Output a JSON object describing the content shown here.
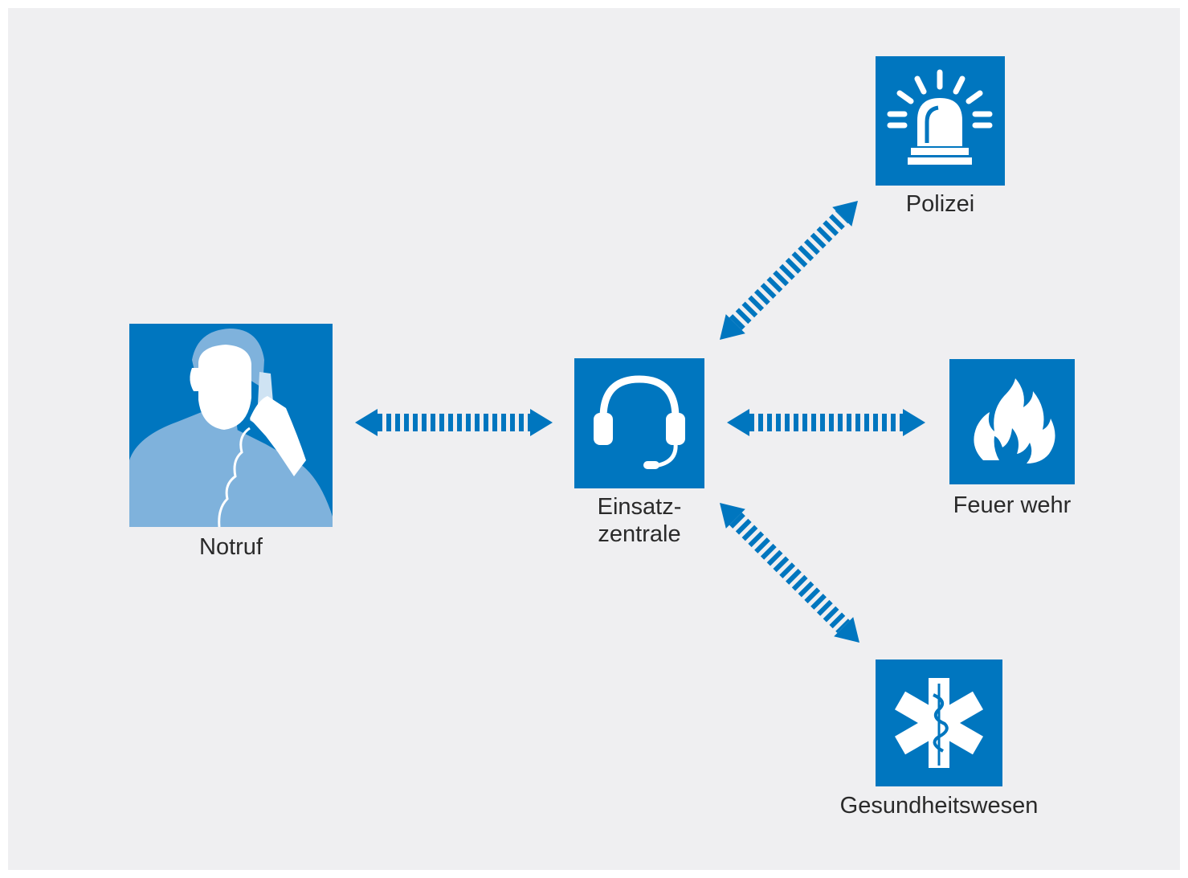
{
  "diagram": {
    "background": "#efeff1",
    "accent": "#0076bf",
    "nodes": {
      "notruf": {
        "label": "Notruf",
        "icon": "caller-on-phone-icon"
      },
      "einsatzzentrale": {
        "label_line1": "Einsatz-",
        "label_line2": "zentrale",
        "icon": "headset-icon"
      },
      "polizei": {
        "label": "Polizei",
        "icon": "police-siren-icon"
      },
      "feuerwehr": {
        "label": "Feuer wehr",
        "icon": "flame-icon"
      },
      "gesundheitswesen": {
        "label": "Gesundheitswesen",
        "icon": "star-of-life-icon"
      }
    },
    "connections": [
      {
        "from": "Notruf",
        "to": "Einsatzzentrale",
        "direction": "bidirectional"
      },
      {
        "from": "Einsatzzentrale",
        "to": "Polizei",
        "direction": "bidirectional"
      },
      {
        "from": "Einsatzzentrale",
        "to": "Feuerwehr",
        "direction": "bidirectional"
      },
      {
        "from": "Einsatzzentrale",
        "to": "Gesundheitswesen",
        "direction": "bidirectional"
      }
    ]
  }
}
